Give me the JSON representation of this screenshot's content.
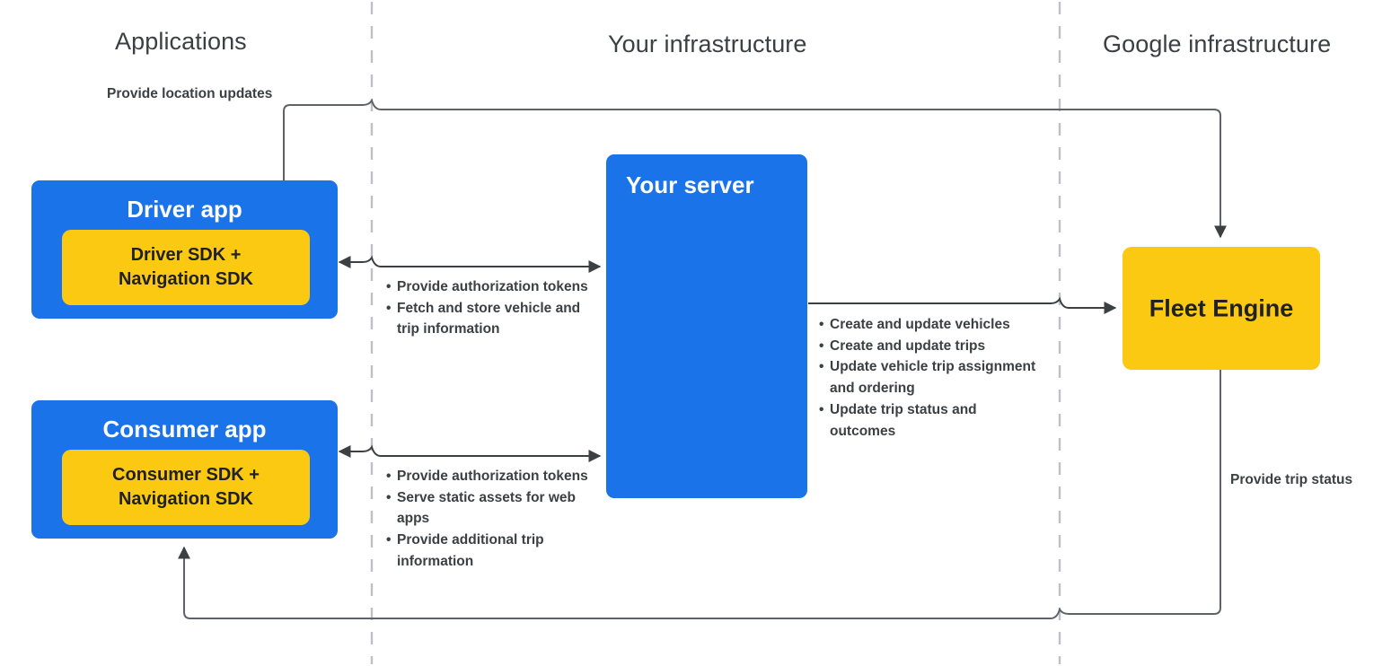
{
  "columns": [
    {
      "id": "applications",
      "label": "Applications"
    },
    {
      "id": "your-infrastructure",
      "label": "Your infrastructure"
    },
    {
      "id": "google-infrastructure",
      "label": "Google infrastructure"
    }
  ],
  "nodes": {
    "driver_app": {
      "title": "Driver app",
      "sdk": "Driver SDK +\nNavigation SDK",
      "sdk_line1": "Driver SDK +",
      "sdk_line2": "Navigation SDK"
    },
    "consumer_app": {
      "title": "Consumer app",
      "sdk_line1": "Consumer SDK +",
      "sdk_line2": "Navigation SDK"
    },
    "your_server": {
      "title": "Your server"
    },
    "fleet_engine": {
      "title": "Fleet Engine"
    }
  },
  "edges": {
    "driver_to_fleet_label": "Provide location updates",
    "fleet_to_consumer_label": "Provide trip status",
    "driver_server_bullets": [
      "Provide authorization tokens",
      "Fetch and store vehicle and trip information"
    ],
    "consumer_server_bullets": [
      "Provide authorization tokens",
      "Serve static assets for web apps",
      "Provide additional trip information"
    ],
    "server_fleet_bullets": [
      "Create and update vehicles",
      "Create and update trips",
      "Update vehicle trip assignment and ordering",
      "Update trip status and outcomes"
    ]
  },
  "colors": {
    "blue": "#1A73E8",
    "yellow": "#FBC912",
    "text_dark": "#3C4043",
    "text_light": "#FFFFFF",
    "line": "#3C4043",
    "divider": "#BDC1C6"
  }
}
